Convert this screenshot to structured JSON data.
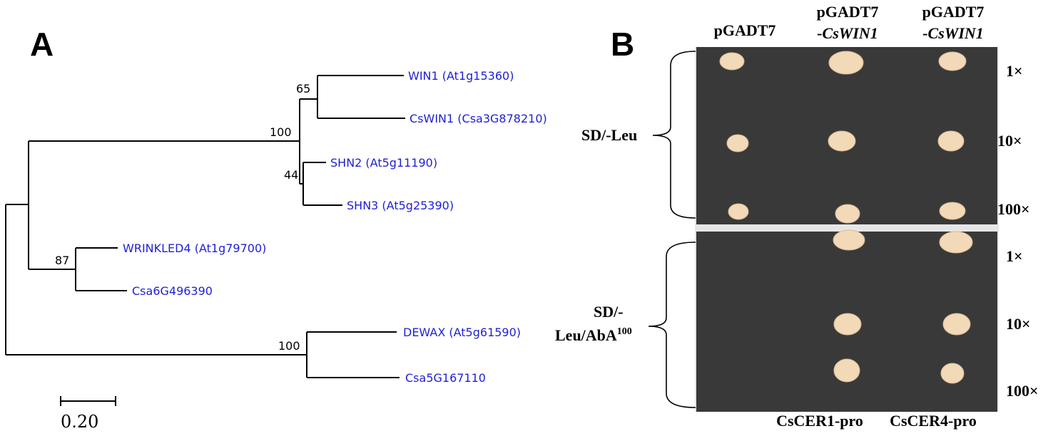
{
  "panel_a": {
    "letter": "A",
    "leaves": [
      {
        "label": "WIN1 (At1g15360)"
      },
      {
        "label": "CsWIN1 (Csa3G878210)"
      },
      {
        "label": "SHN2 (At5g11190)"
      },
      {
        "label": "SHN3 (At5g25390)"
      },
      {
        "label": "WRINKLED4 (At1g79700)"
      },
      {
        "label": "Csa6G496390"
      },
      {
        "label": "DEWAX (At5g61590)"
      },
      {
        "label": "Csa5G167110"
      }
    ],
    "support_values": [
      "65",
      "100",
      "44",
      "87",
      "100"
    ],
    "scale_bar_label": "0.20"
  },
  "panel_b": {
    "letter": "B",
    "columns": [
      {
        "line1": "pGADT7",
        "line2": ""
      },
      {
        "line1": "pGADT7",
        "line2": "-CsWIN1"
      },
      {
        "line1": "pGADT7",
        "line2": "-CsWIN1"
      }
    ],
    "media": [
      {
        "line1": "SD/-Leu",
        "line2": "",
        "sup": ""
      },
      {
        "line1": "SD/-",
        "line2": "Leu/AbA",
        "sup": "100"
      }
    ],
    "dilutions": [
      "1×",
      "10×",
      "100×",
      "1×",
      "10×",
      "100×"
    ],
    "bottom_labels": [
      "CsCER1-pro",
      "CsCER4-pro"
    ],
    "growth": [
      {
        "medium": "SD/-Leu",
        "dilution": "1×",
        "columns": [
          true,
          true,
          true
        ]
      },
      {
        "medium": "SD/-Leu",
        "dilution": "10×",
        "columns": [
          true,
          true,
          true
        ]
      },
      {
        "medium": "SD/-Leu",
        "dilution": "100×",
        "columns": [
          true,
          true,
          true
        ]
      },
      {
        "medium": "SD/-Leu/AbA100",
        "dilution": "1×",
        "columns": [
          false,
          true,
          true
        ]
      },
      {
        "medium": "SD/-Leu/AbA100",
        "dilution": "10×",
        "columns": [
          false,
          true,
          true
        ]
      },
      {
        "medium": "SD/-Leu/AbA100",
        "dilution": "100×",
        "columns": [
          false,
          true,
          true
        ]
      }
    ],
    "colors": {
      "plate": "#393939",
      "colony": "#f2d9b8"
    }
  }
}
